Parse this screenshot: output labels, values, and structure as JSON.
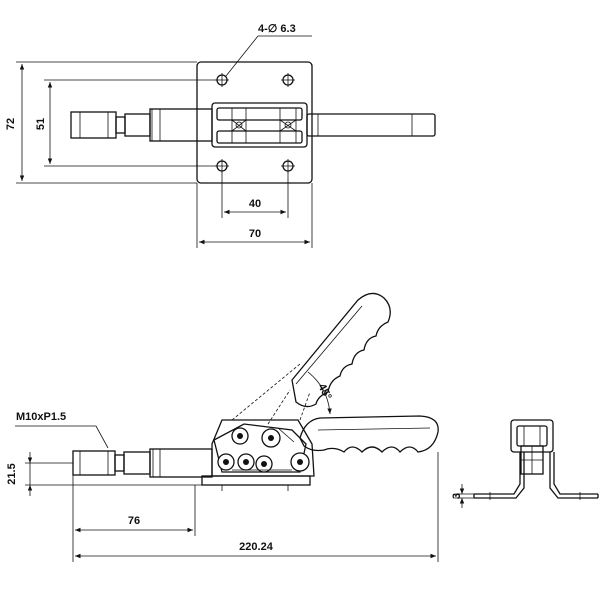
{
  "dimensions": {
    "holes": "4-∅ 6.3",
    "plate_height": "72",
    "hole_spacing_v": "51",
    "hole_spacing_h": "40",
    "plate_width": "70",
    "thread": "M10xP1.5",
    "spindle_height": "21.5",
    "spindle_length": "76",
    "overall_length": "220.24",
    "angle": "45°",
    "base_thickness": "3"
  }
}
